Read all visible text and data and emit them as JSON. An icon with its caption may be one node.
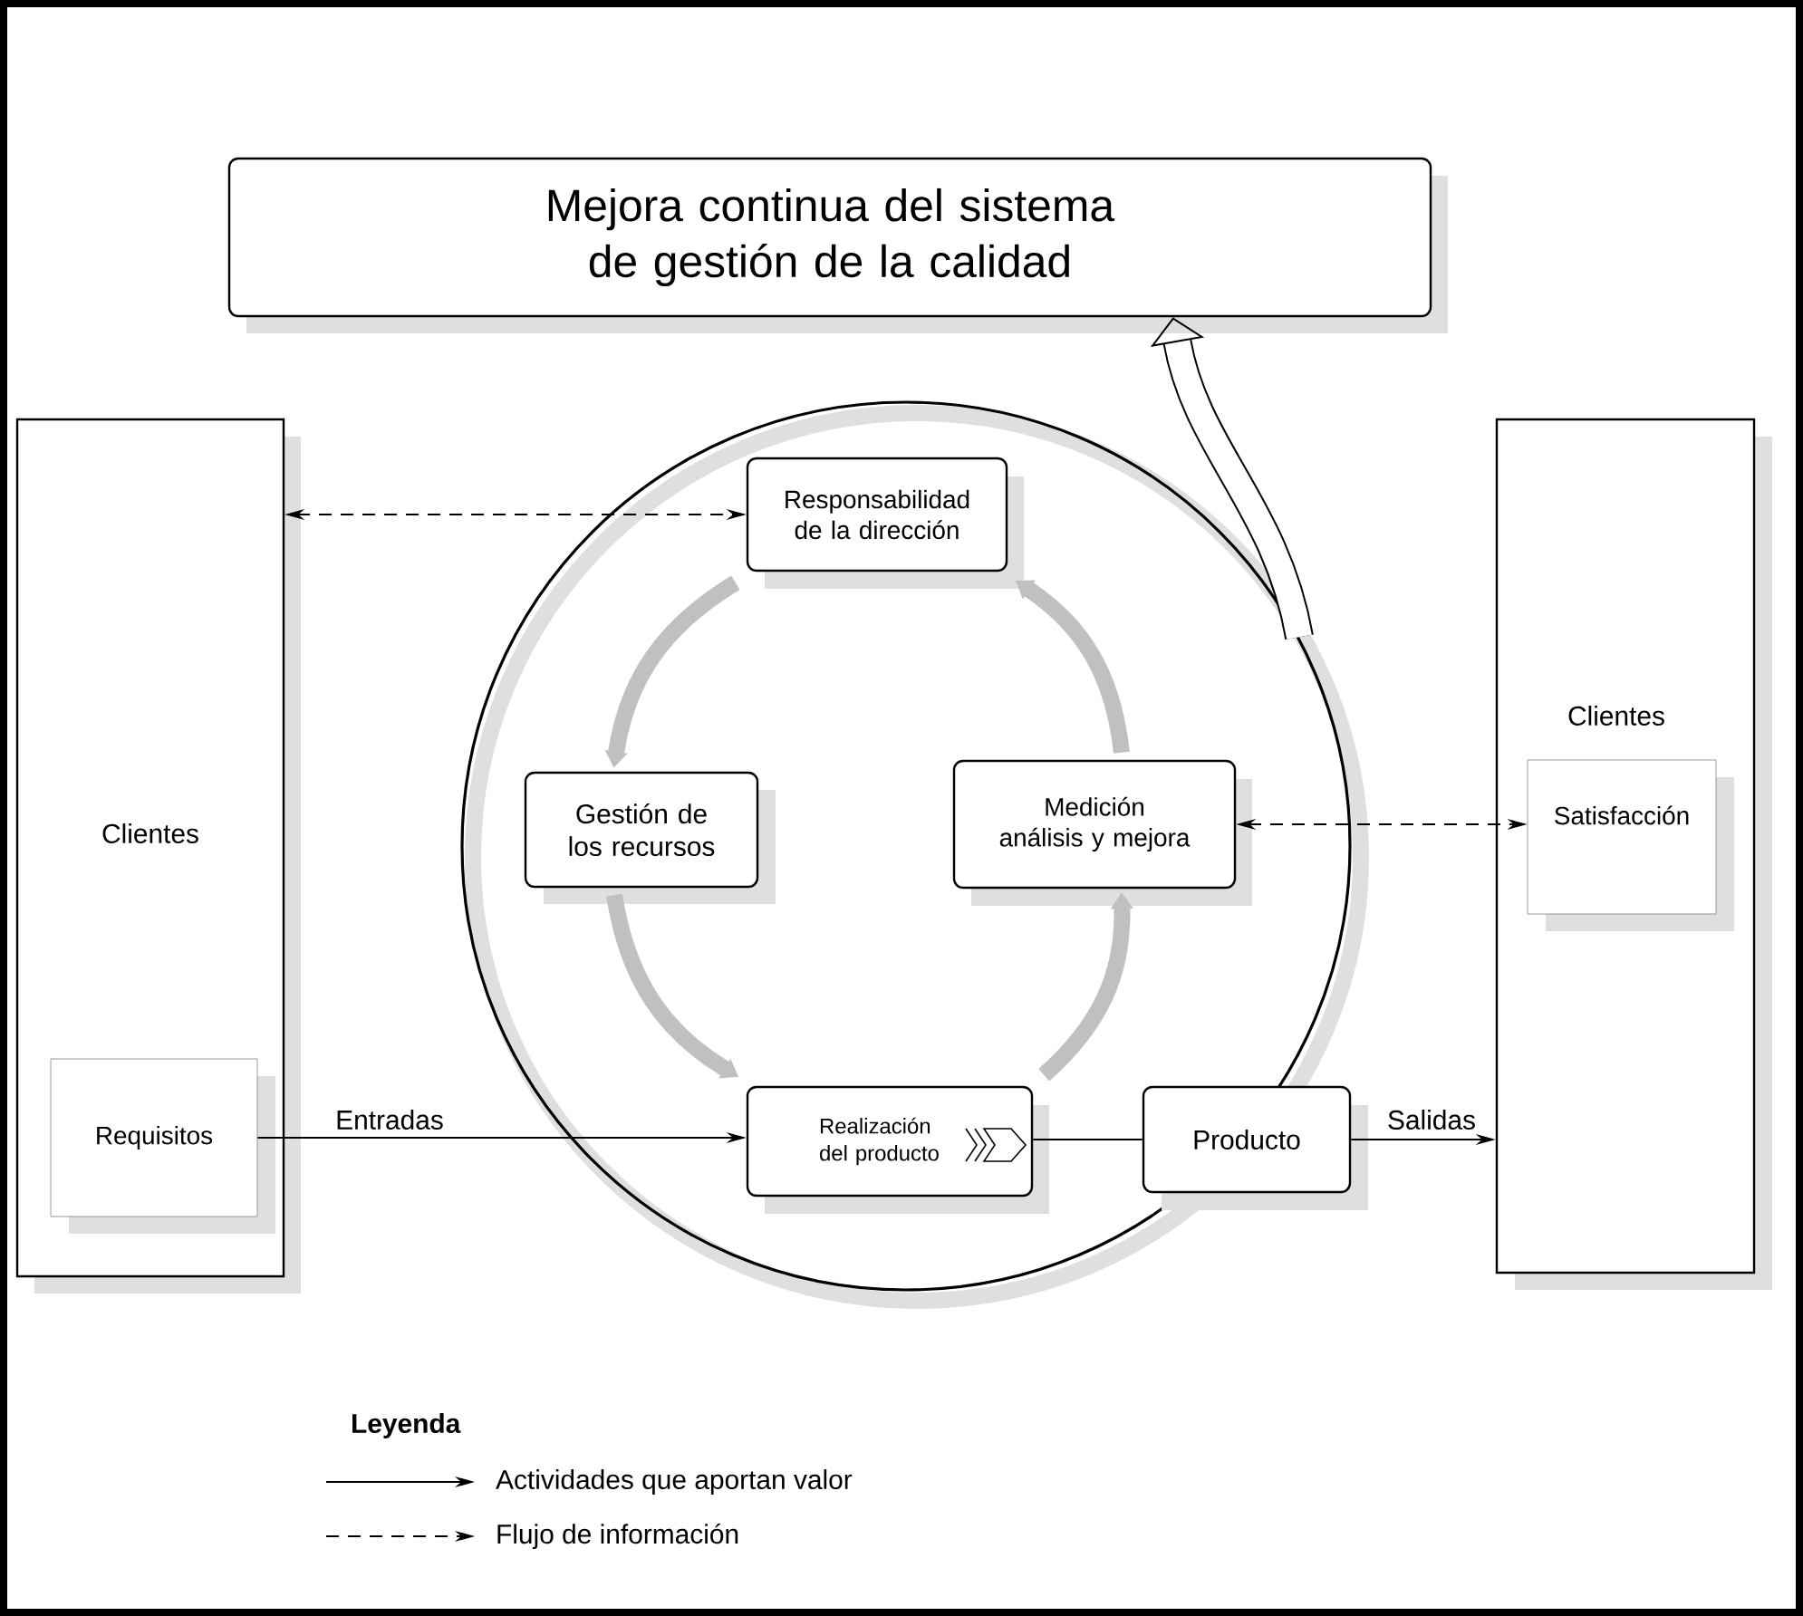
{
  "diagram": {
    "nodes": [
      {
        "text": [
          "Mejora continua del sistema de gestión de la calidad"
        ]
      },
      {
        "text": [
          "Clientes"
        ]
      },
      {
        "text": [
          "Requisitos"
        ],
        "in": 1
      },
      {
        "text": [],
        "shape": "circle"
      },
      {
        "text": [
          "Responsabilidad de la dirección"
        ],
        "in": 3
      },
      {
        "text": [
          "Gestión de los recursos"
        ],
        "in": 3
      },
      {
        "text": [
          "Medición análisis y mejora"
        ],
        "in": 3
      },
      {
        "text": [
          "Realización del producto"
        ],
        "in": 3
      },
      {
        "text": [
          "Producto"
        ]
      },
      {
        "text": [
          "Clientes"
        ]
      },
      {
        "text": [
          "Satisfacción"
        ],
        "in": 9
      }
    ],
    "edges": [
      {
        "from": 1,
        "to": 4,
        "arrow": "both",
        "style": "dashed"
      },
      {
        "from": 6,
        "to": 10,
        "arrow": "both",
        "style": "dashed"
      },
      {
        "from": 2,
        "to": 7,
        "arrow": "to",
        "label": "Entradas"
      },
      {
        "from": 7,
        "to": 8,
        "arrow": "none"
      },
      {
        "from": 8,
        "to": 9,
        "arrow": "to",
        "label": "Salidas"
      },
      {
        "from": 4,
        "to": 5,
        "arrow": "to",
        "style": "thick",
        "color": "#c0c0c0"
      },
      {
        "from": 5,
        "to": 7,
        "arrow": "to",
        "style": "thick",
        "color": "#c0c0c0"
      },
      {
        "from": 7,
        "to": 6,
        "arrow": "to",
        "style": "thick",
        "color": "#c0c0c0"
      },
      {
        "from": 6,
        "to": 4,
        "arrow": "to",
        "style": "thick",
        "color": "#c0c0c0"
      },
      {
        "from": 3,
        "to": 0,
        "arrow": "to",
        "style": "thick"
      }
    ],
    "labels": [
      "Leyenda"
    ],
    "legend": [
      {
        "text": "Actividades que aportan valor"
      },
      {
        "text": "Flujo de información"
      }
    ]
  }
}
